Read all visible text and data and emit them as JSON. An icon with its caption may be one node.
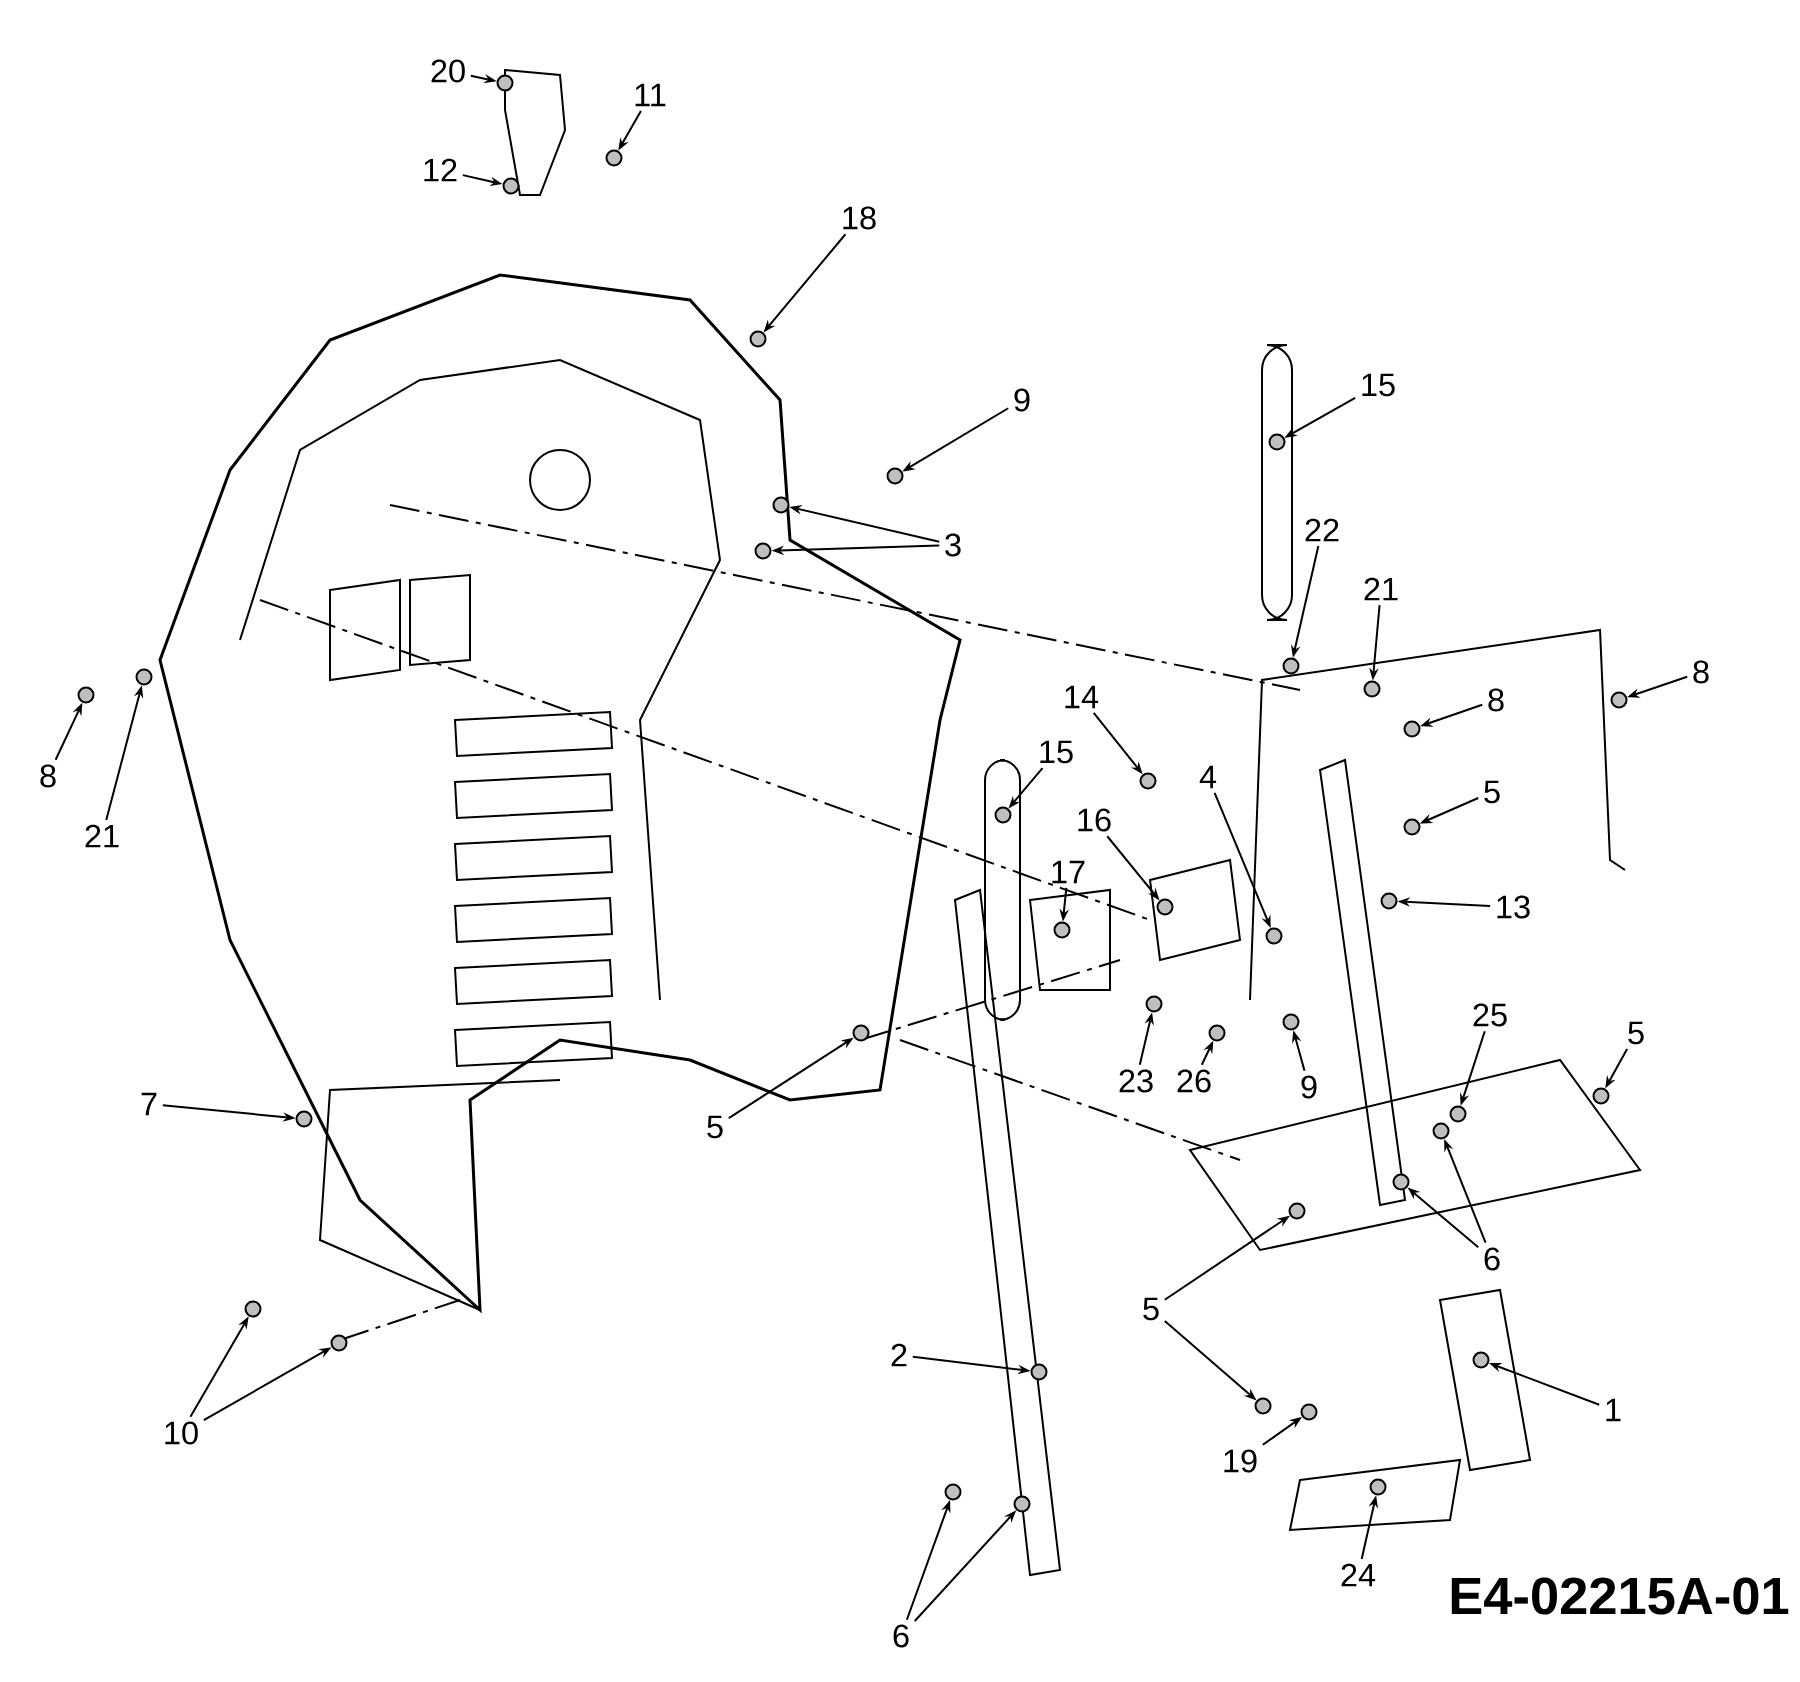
{
  "diagram": {
    "nodes": [
      {
        "text": [
          "20"
        ]
      },
      {
        "text": [],
        "shape": "circle"
      },
      {
        "text": [
          "11"
        ]
      },
      {
        "text": [],
        "shape": "circle"
      },
      {
        "text": [
          "12"
        ]
      },
      {
        "text": [],
        "shape": "circle"
      },
      {
        "text": [
          "18"
        ]
      },
      {
        "text": [],
        "shape": "circle"
      },
      {
        "text": [
          "9"
        ]
      },
      {
        "text": [],
        "shape": "circle"
      },
      {
        "text": [
          "15"
        ]
      },
      {
        "text": [],
        "shape": "circle"
      },
      {
        "text": [
          "3"
        ]
      },
      {
        "text": [],
        "shape": "circle"
      },
      {
        "text": [],
        "shape": "circle"
      },
      {
        "text": [
          "22"
        ]
      },
      {
        "text": [],
        "shape": "circle"
      },
      {
        "text": [
          "21"
        ]
      },
      {
        "text": [],
        "shape": "circle"
      },
      {
        "text": [
          "8"
        ]
      },
      {
        "text": [],
        "shape": "circle"
      },
      {
        "text": [
          "8"
        ]
      },
      {
        "text": [],
        "shape": "circle"
      },
      {
        "text": [
          "21"
        ]
      },
      {
        "text": [],
        "shape": "circle"
      },
      {
        "text": [
          "8"
        ]
      },
      {
        "text": [],
        "shape": "circle"
      },
      {
        "text": [
          "14"
        ]
      },
      {
        "text": [],
        "shape": "circle"
      },
      {
        "text": [
          "15"
        ]
      },
      {
        "text": [],
        "shape": "circle"
      },
      {
        "text": [
          "4"
        ]
      },
      {
        "text": [],
        "shape": "circle"
      },
      {
        "text": [
          "5"
        ]
      },
      {
        "text": [],
        "shape": "circle"
      },
      {
        "text": [
          "16"
        ]
      },
      {
        "text": [],
        "shape": "circle"
      },
      {
        "text": [
          "17"
        ]
      },
      {
        "text": [],
        "shape": "circle"
      },
      {
        "text": [
          "13"
        ]
      },
      {
        "text": [],
        "shape": "circle"
      },
      {
        "text": [
          "7"
        ]
      },
      {
        "text": [],
        "shape": "circle"
      },
      {
        "text": [
          "5"
        ]
      },
      {
        "text": [],
        "shape": "circle"
      },
      {
        "text": [
          "25"
        ]
      },
      {
        "text": [],
        "shape": "circle"
      },
      {
        "text": [
          "5"
        ]
      },
      {
        "text": [],
        "shape": "circle"
      },
      {
        "text": [
          "23"
        ]
      },
      {
        "text": [],
        "shape": "circle"
      },
      {
        "text": [
          "26"
        ]
      },
      {
        "text": [],
        "shape": "circle"
      },
      {
        "text": [
          "9"
        ]
      },
      {
        "text": [],
        "shape": "circle"
      },
      {
        "text": [
          "6"
        ]
      },
      {
        "text": [],
        "shape": "circle"
      },
      {
        "text": [],
        "shape": "circle"
      },
      {
        "text": [
          "5"
        ]
      },
      {
        "text": [],
        "shape": "circle"
      },
      {
        "text": [],
        "shape": "circle"
      },
      {
        "text": [
          "2"
        ]
      },
      {
        "text": [],
        "shape": "circle"
      },
      {
        "text": [
          "1"
        ]
      },
      {
        "text": [],
        "shape": "circle"
      },
      {
        "text": [
          "19"
        ]
      },
      {
        "text": [],
        "shape": "circle"
      },
      {
        "text": [
          "10"
        ]
      },
      {
        "text": [],
        "shape": "circle"
      },
      {
        "text": [],
        "shape": "circle"
      },
      {
        "text": [
          "24"
        ]
      },
      {
        "text": [],
        "shape": "circle"
      },
      {
        "text": [
          "6"
        ]
      },
      {
        "text": [],
        "shape": "circle"
      },
      {
        "text": [],
        "shape": "circle"
      }
    ],
    "edges": [
      {
        "from": 0,
        "to": 1,
        "arrow": "to"
      },
      {
        "from": 2,
        "to": 3,
        "arrow": "to"
      },
      {
        "from": 4,
        "to": 5,
        "arrow": "to"
      },
      {
        "from": 6,
        "to": 7,
        "arrow": "to"
      },
      {
        "from": 8,
        "to": 9,
        "arrow": "to"
      },
      {
        "from": 10,
        "to": 11,
        "arrow": "to"
      },
      {
        "from": 12,
        "to": 13,
        "arrow": "to"
      },
      {
        "from": 12,
        "to": 14,
        "arrow": "to"
      },
      {
        "from": 15,
        "to": 16,
        "arrow": "to"
      },
      {
        "from": 17,
        "to": 18,
        "arrow": "to"
      },
      {
        "from": 19,
        "to": 20,
        "arrow": "to"
      },
      {
        "from": 21,
        "to": 22,
        "arrow": "to"
      },
      {
        "from": 23,
        "to": 24,
        "arrow": "to"
      },
      {
        "from": 25,
        "to": 26,
        "arrow": "to"
      },
      {
        "from": 27,
        "to": 28,
        "arrow": "to"
      },
      {
        "from": 29,
        "to": 30,
        "arrow": "to"
      },
      {
        "from": 31,
        "to": 32,
        "arrow": "to"
      },
      {
        "from": 33,
        "to": 34,
        "arrow": "to"
      },
      {
        "from": 35,
        "to": 36,
        "arrow": "to"
      },
      {
        "from": 37,
        "to": 38,
        "arrow": "to"
      },
      {
        "from": 39,
        "to": 40,
        "arrow": "to"
      },
      {
        "from": 41,
        "to": 42,
        "arrow": "to"
      },
      {
        "from": 43,
        "to": 44,
        "arrow": "to"
      },
      {
        "from": 45,
        "to": 46,
        "arrow": "to"
      },
      {
        "from": 47,
        "to": 48,
        "arrow": "to"
      },
      {
        "from": 49,
        "to": 50,
        "arrow": "to"
      },
      {
        "from": 51,
        "to": 52,
        "arrow": "to"
      },
      {
        "from": 53,
        "to": 54,
        "arrow": "to"
      },
      {
        "from": 55,
        "to": 56,
        "arrow": "to"
      },
      {
        "from": 55,
        "to": 57,
        "arrow": "to"
      },
      {
        "from": 58,
        "to": 59,
        "arrow": "to"
      },
      {
        "from": 58,
        "to": 60,
        "arrow": "to"
      },
      {
        "from": 61,
        "to": 62,
        "arrow": "to"
      },
      {
        "from": 63,
        "to": 64,
        "arrow": "to"
      },
      {
        "from": 65,
        "to": 66,
        "arrow": "to"
      },
      {
        "from": 67,
        "to": 68,
        "arrow": "to"
      },
      {
        "from": 67,
        "to": 69,
        "arrow": "to"
      },
      {
        "from": 70,
        "to": 71,
        "arrow": "to"
      },
      {
        "from": 72,
        "to": 73,
        "arrow": "to"
      },
      {
        "from": 72,
        "to": 74,
        "arrow": "to"
      }
    ],
    "labels": [
      "E4-02215A-01"
    ]
  }
}
